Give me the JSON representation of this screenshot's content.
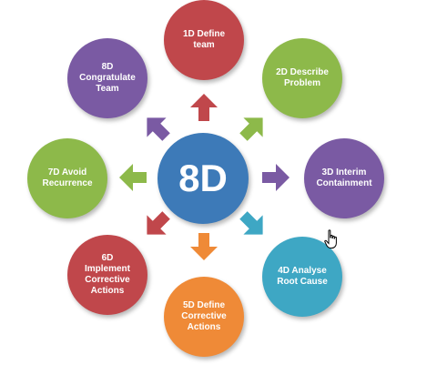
{
  "center": {
    "label": "8D",
    "color": "#3d7ab8"
  },
  "steps": [
    {
      "id": "1d",
      "label": "1D Define\nteam",
      "color": "#c0474b"
    },
    {
      "id": "2d",
      "label": "2D Describe\nProblem",
      "color": "#8db94a"
    },
    {
      "id": "3d",
      "label": "3D Interim\nContainment",
      "color": "#7a5aa3"
    },
    {
      "id": "4d",
      "label": "4D Analyse\nRoot Cause",
      "color": "#3ea7c4"
    },
    {
      "id": "5d",
      "label": "5D Define\nCorrective\nActions",
      "color": "#ef8a37"
    },
    {
      "id": "6d",
      "label": "6D\nImplement\nCorrective\nActions",
      "color": "#c0474b"
    },
    {
      "id": "7d",
      "label": "7D Avoid\nRecurrence",
      "color": "#8db94a"
    },
    {
      "id": "8d",
      "label": "8D\nCongratulate\nTeam",
      "color": "#7a5aa3"
    }
  ],
  "arrows": [
    {
      "direction": "up",
      "color": "#c0474b"
    },
    {
      "direction": "up-right",
      "color": "#8db94a"
    },
    {
      "direction": "right",
      "color": "#7a5aa3"
    },
    {
      "direction": "down-right",
      "color": "#3ea7c4"
    },
    {
      "direction": "down",
      "color": "#ef8a37"
    },
    {
      "direction": "down-left",
      "color": "#c0474b"
    },
    {
      "direction": "left",
      "color": "#8db94a"
    },
    {
      "direction": "up-left",
      "color": "#7a5aa3"
    }
  ],
  "cursor_icon": "hand-pointer-icon"
}
